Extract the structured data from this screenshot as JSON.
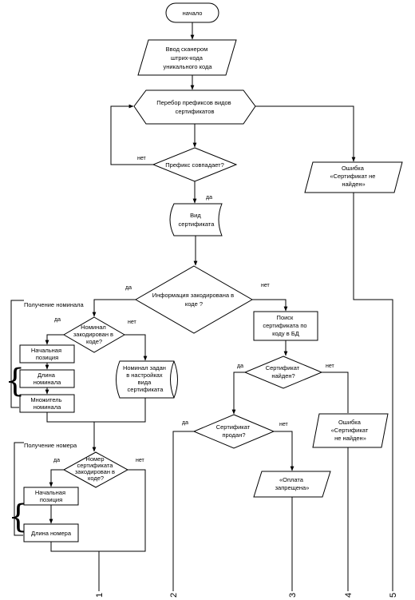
{
  "nodes": {
    "start": "начало",
    "input_scan": [
      "Ввод сканером",
      "штрих-кода",
      "уникального кода"
    ],
    "loop_prefix": [
      "Перебор префиксов видов",
      "сертификатов"
    ],
    "prefix_match": "Префикс совпадает?",
    "error_not_found_1": [
      "Ошибка",
      "«Сертификат не",
      "найден»"
    ],
    "cert_type": [
      "Вид",
      "сертификата"
    ],
    "info_encoded": [
      "Информация закодирована в",
      "коде ?"
    ],
    "get_nominal": "Получение номинала",
    "nominal_encoded": [
      "Номинал",
      "закодирован в",
      "коде?"
    ],
    "nominal_in_settings": [
      "Номинал задан",
      "в настройках",
      "вида",
      "сертификата"
    ],
    "start_pos_1": [
      "Начальная",
      "позиция"
    ],
    "length_nominal": [
      "Длина",
      "номинала"
    ],
    "multiplier": [
      "Множитель",
      "номинала"
    ],
    "search_db": [
      "Поиск",
      "сертификата по",
      "коду в БД"
    ],
    "cert_found": [
      "Сертификат",
      "найден?"
    ],
    "cert_sold": [
      "Сертификат",
      "продан?"
    ],
    "error_not_found_2": [
      "Ошибка",
      "«Сертификат",
      "не найден»"
    ],
    "get_number": "Получение номера",
    "number_encoded": [
      "Номер",
      "сертификата",
      "закодирован в",
      "коде?"
    ],
    "start_pos_2": [
      "Начальная",
      "позиция"
    ],
    "length_number": "Длина номера",
    "payment_denied": [
      "«Оплата",
      "запрещена»"
    ]
  },
  "labels": {
    "yes": "да",
    "no": "нет"
  },
  "connectors": [
    "1",
    "2",
    "3",
    "4",
    "5"
  ]
}
